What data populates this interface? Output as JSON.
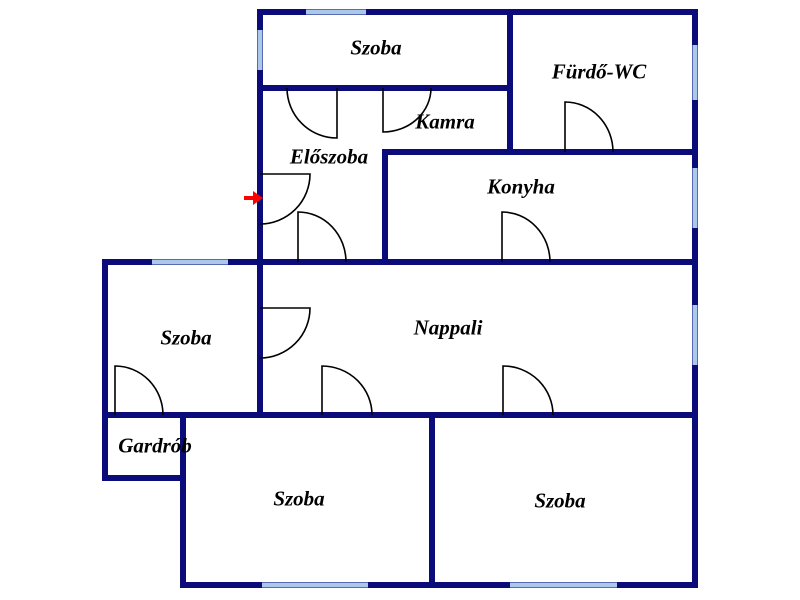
{
  "rooms": {
    "szoba_top": "Szoba",
    "furdo_wc": "Fürdő-WC",
    "kamra": "Kamra",
    "eloszoba": "Előszoba",
    "konyha": "Konyha",
    "szoba_left": "Szoba",
    "nappali": "Nappali",
    "gardrob": "Gardrób",
    "szoba_bottom_left": "Szoba",
    "szoba_bottom_right": "Szoba"
  },
  "colors": {
    "wall": "#0b0b7a",
    "window": "#a9c8ea",
    "door": "#000000",
    "entrance_arrow": "#ff0000"
  },
  "icons": {
    "entrance": "entrance-arrow-icon"
  }
}
